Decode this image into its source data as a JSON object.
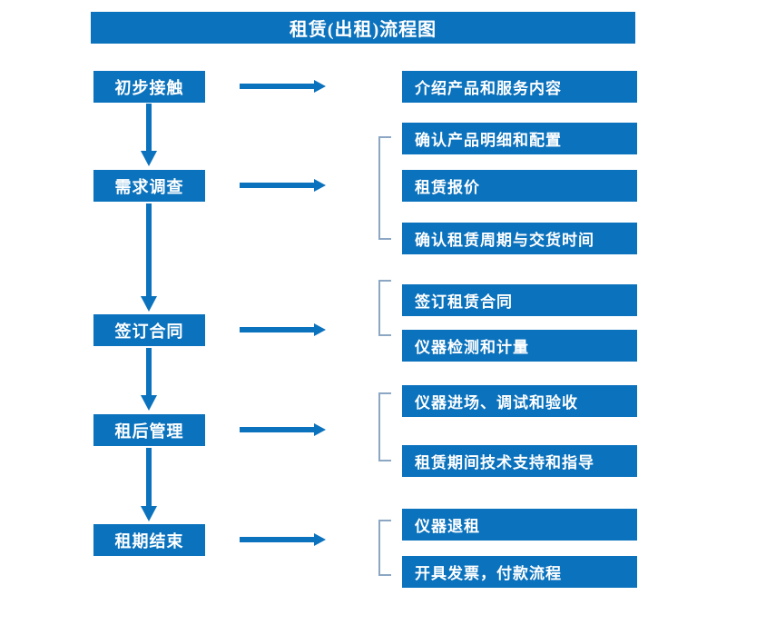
{
  "diagram": {
    "title": "租赁(出租)流程图",
    "colors": {
      "box_fill": "#0b72bd",
      "box_text": "#ffffff",
      "arrow": "#0b72bd",
      "bracket": "#8ba7c4",
      "background": "#ffffff"
    },
    "stages": [
      {
        "label": "初步接触"
      },
      {
        "label": "需求调查"
      },
      {
        "label": "签订合同"
      },
      {
        "label": "租后管理"
      },
      {
        "label": "租期结束"
      }
    ],
    "details": [
      {
        "label": "介绍产品和服务内容"
      },
      {
        "label": "确认产品明细和配置"
      },
      {
        "label": "租赁报价"
      },
      {
        "label": "确认租赁周期与交货时间"
      },
      {
        "label": "签订租赁合同"
      },
      {
        "label": "仪器检测和计量"
      },
      {
        "label": "仪器进场、调试和验收"
      },
      {
        "label": "租赁期间技术支持和指导"
      },
      {
        "label": "仪器退租"
      },
      {
        "label": "开具发票，付款流程"
      }
    ],
    "groups": [
      {
        "stage": "需求调查",
        "details": [
          "确认产品明细和配置",
          "租赁报价",
          "确认租赁周期与交货时间"
        ]
      },
      {
        "stage": "签订合同",
        "details": [
          "签订租赁合同",
          "仪器检测和计量"
        ]
      },
      {
        "stage": "租后管理",
        "details": [
          "仪器进场、调试和验收",
          "租赁期间技术支持和指导"
        ]
      },
      {
        "stage": "租期结束",
        "details": [
          "仪器退租",
          "开具发票，付款流程"
        ]
      }
    ],
    "flow_arrows_down": 4,
    "flow_arrows_right": 5
  }
}
